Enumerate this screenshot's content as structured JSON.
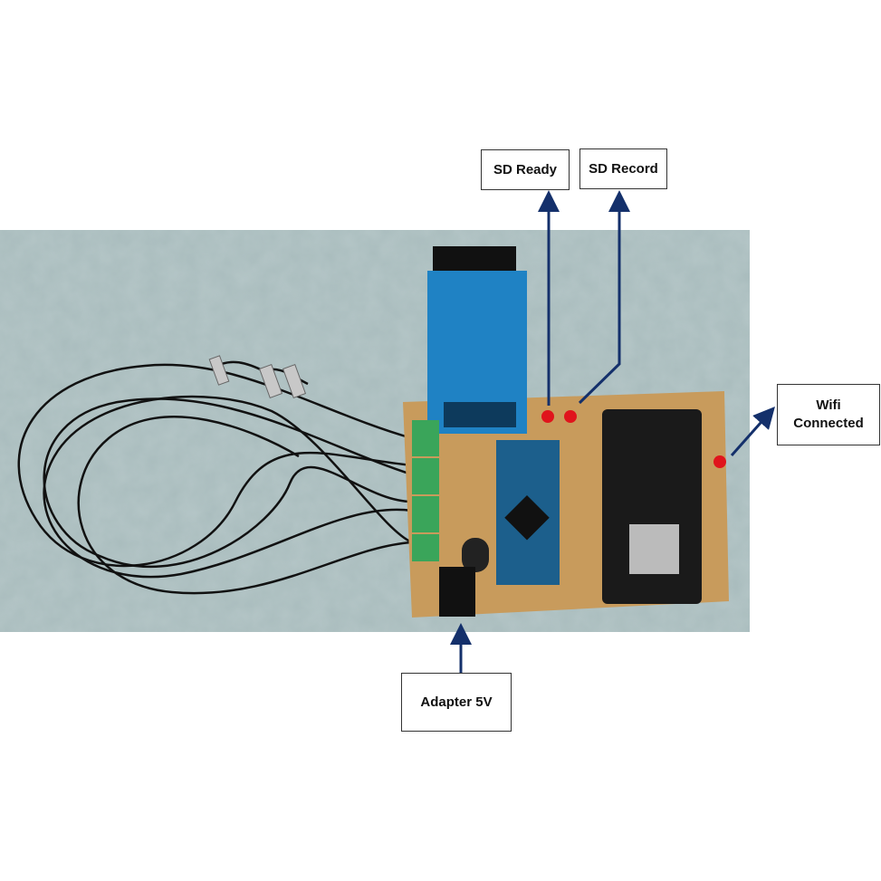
{
  "labels": {
    "sd_ready": "SD Ready",
    "sd_record": "SD Record",
    "wifi_connected_line1": "Wifi",
    "wifi_connected_line2": "Connected",
    "adapter": "Adapter 5V"
  },
  "colors": {
    "arrow": "#14306b",
    "background_surface": "#9fb3b5",
    "pcb": "#c79a5a",
    "sd_module": "#1f7fc0",
    "nano_board": "#1b5e8a",
    "nodemcu_board": "#1a1a1a",
    "terminal_block": "#3aa55a",
    "led": "#e0141c"
  }
}
